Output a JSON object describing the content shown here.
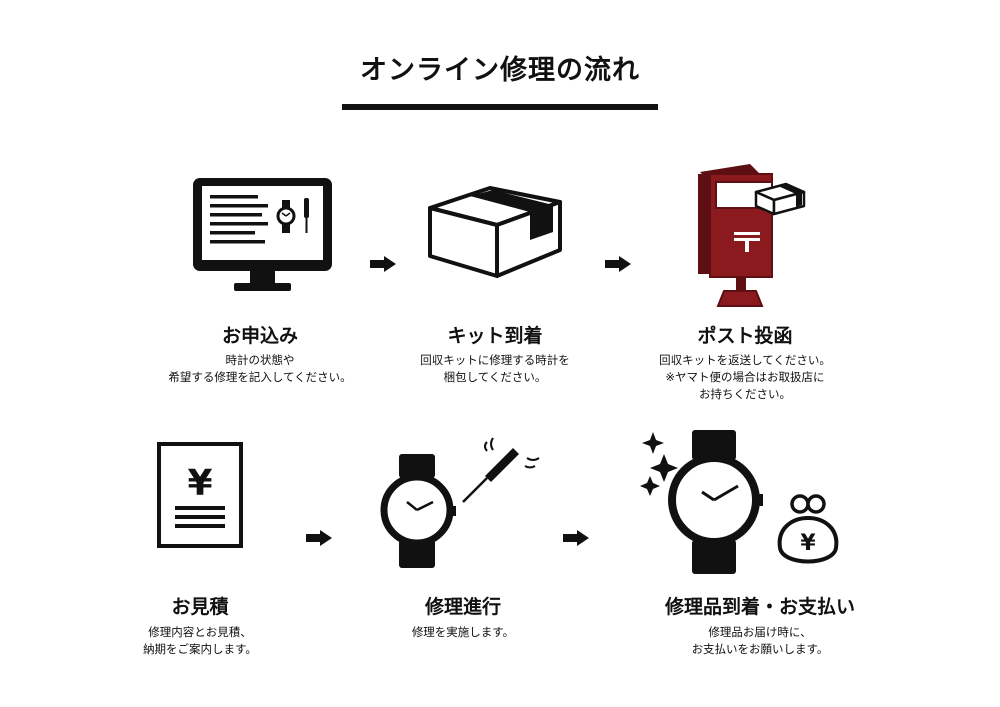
{
  "title": "オンライン修理の流れ",
  "colors": {
    "ink": "#111111",
    "post_red": "#8b1a1f",
    "post_red_dark": "#5e0f13"
  },
  "steps": [
    {
      "title": "お申込み",
      "desc": [
        "時計の状態や",
        "希望する修理を記入してください。"
      ],
      "icon": "computer-monitor-icon"
    },
    {
      "title": "キット到着",
      "desc": [
        "回収キットに修理する時計を",
        "梱包してください。"
      ],
      "icon": "box-icon"
    },
    {
      "title": "ポスト投函",
      "desc": [
        "回収キットを返送してください。",
        "※ヤマト便の場合はお取扱店に",
        "お持ちください。"
      ],
      "icon": "post-box-icon"
    },
    {
      "title": "お見積",
      "desc": [
        "修理内容とお見積、",
        "納期をご案内します。"
      ],
      "icon": "estimate-document-icon",
      "symbol": "¥"
    },
    {
      "title": "修理進行",
      "desc": [
        "修理を実施します。"
      ],
      "icon": "watch-repair-icon"
    },
    {
      "title": "修理品到着・お支払い",
      "desc": [
        "修理品お届け時に、",
        "お支払いをお願いします。"
      ],
      "icon": "watch-and-purse-icon",
      "symbol": "¥"
    }
  ]
}
